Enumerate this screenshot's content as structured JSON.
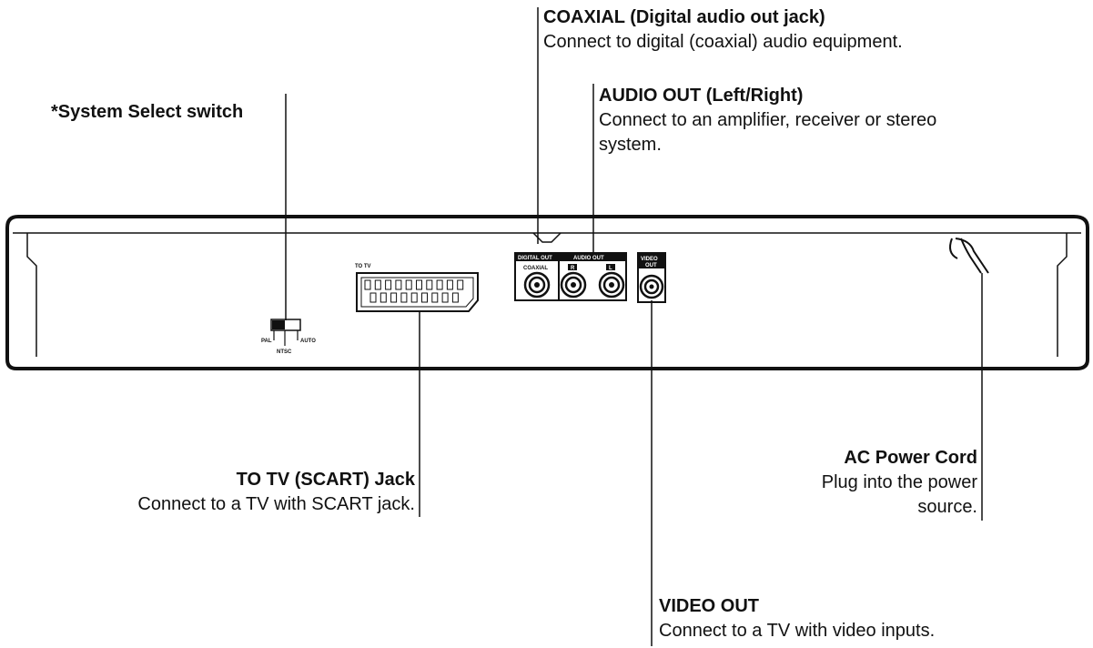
{
  "annotations": {
    "coaxial": {
      "title": "COAXIAL (Digital audio out jack)",
      "desc": "Connect to digital (coaxial) audio equipment."
    },
    "audio_out": {
      "title": "AUDIO OUT (Left/Right)",
      "desc_line1": "Connect to an amplifier, receiver or stereo",
      "desc_line2": "system."
    },
    "system_select": {
      "title": "*System Select switch"
    },
    "scart": {
      "title": "TO TV (SCART) Jack",
      "desc": "Connect to a TV with SCART jack."
    },
    "ac_power": {
      "title": "AC Power Cord",
      "desc_line1": "Plug into the power",
      "desc_line2": "source."
    },
    "video_out": {
      "title": "VIDEO OUT",
      "desc": "Connect to a TV with video inputs."
    }
  },
  "panel_labels": {
    "to_tv": "TO TV",
    "digital_out": "DIGITAL OUT",
    "coaxial": "COAXIAL",
    "audio_out": "AUDIO OUT",
    "r": "R",
    "l": "L",
    "video": "VIDEO",
    "out": "OUT",
    "pal": "PAL",
    "auto": "AUTO",
    "ntsc": "NTSC"
  }
}
